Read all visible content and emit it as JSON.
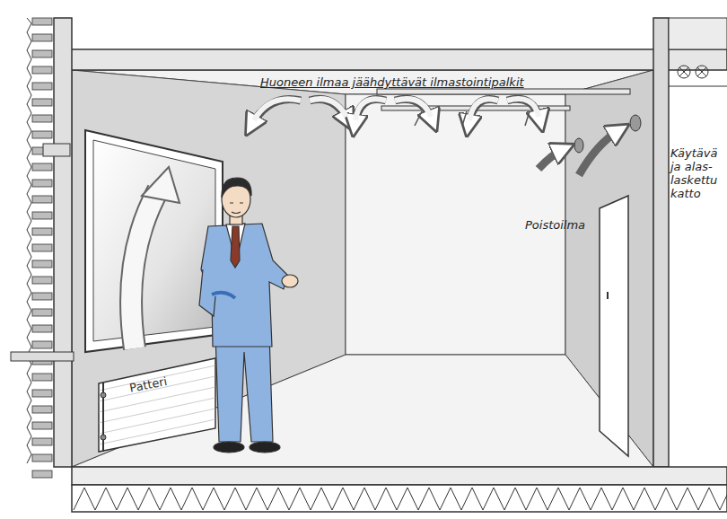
{
  "diagram": {
    "nodes": [
      {
        "text": [
          "Patteri"
        ]
      }
    ],
    "labels": [
      "Huoneen ilmaa jäähdyttävät ilmastointipalkit",
      "Poistoilma",
      "Käytävä ja alas- laskettu katto"
    ]
  }
}
